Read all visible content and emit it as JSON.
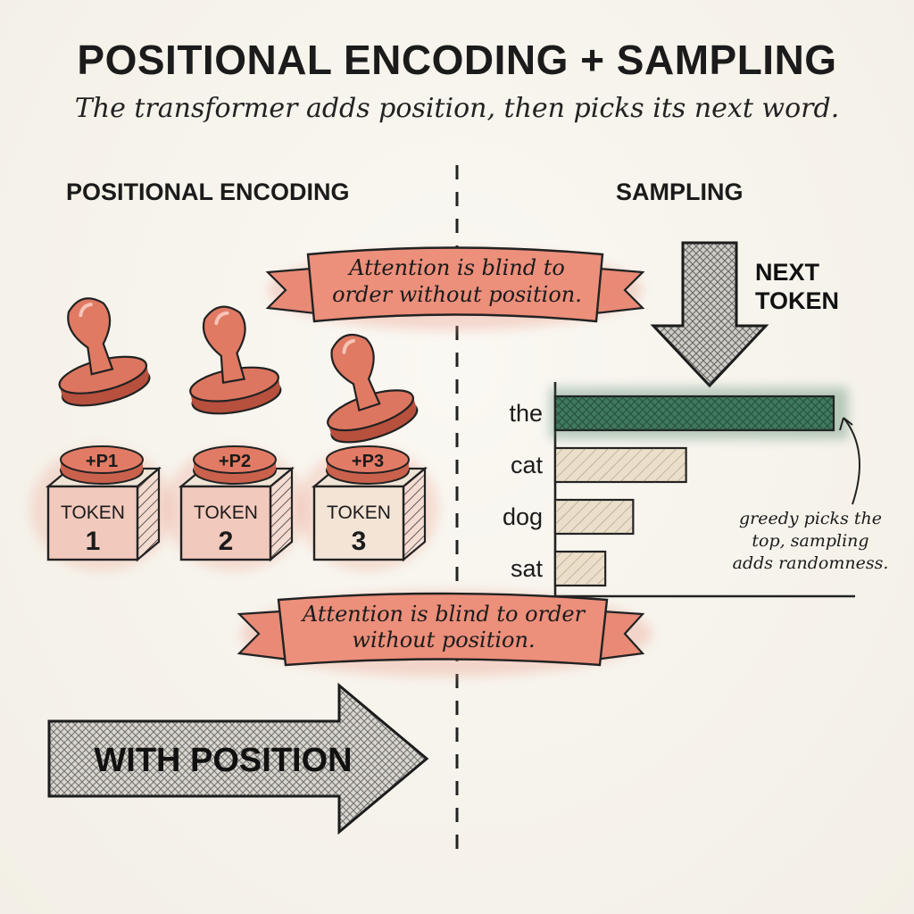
{
  "title": "POSITIONAL ENCODING + SAMPLING",
  "subtitle": "The transformer adds position, then picks its next word.",
  "left_section": {
    "heading": "POSITIONAL ENCODING",
    "banner_top": [
      "Attention is blind to",
      "order without position."
    ],
    "banner_bottom": [
      "Attention is blind to order",
      "without position."
    ],
    "tokens": [
      {
        "stamp": "+P1",
        "label": "TOKEN",
        "number": "1"
      },
      {
        "stamp": "+P2",
        "label": "TOKEN",
        "number": "2"
      },
      {
        "stamp": "+P3",
        "label": "TOKEN",
        "number": "3"
      }
    ],
    "arrow_label": "WITH POSITION"
  },
  "right_section": {
    "heading": "SAMPLING",
    "next_token_label": [
      "NEXT",
      "TOKEN"
    ],
    "annotation": [
      "greedy picks the",
      "top, sampling",
      "adds randomness."
    ]
  },
  "colors": {
    "stamp": "#e07a63",
    "stamp_dark": "#b04a3a",
    "banner": "#e88a76",
    "highlight": "#3f7a5e",
    "bar": "#e8dcc8",
    "ink": "#1b1b1b"
  },
  "chart_data": {
    "type": "bar",
    "orientation": "horizontal",
    "categories": [
      "the",
      "cat",
      "dog",
      "sat"
    ],
    "values": [
      1.0,
      0.47,
      0.28,
      0.18
    ],
    "highlighted": "the"
  }
}
